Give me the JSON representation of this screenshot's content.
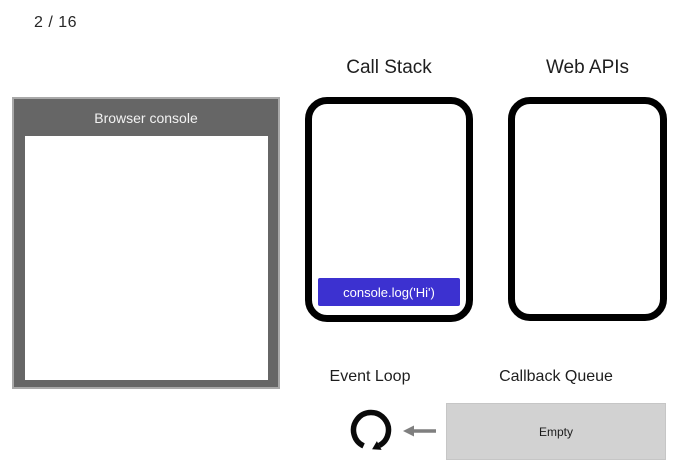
{
  "slide": {
    "counter": "2 / 16"
  },
  "colors": {
    "accent_blue": "#3C31D0",
    "console_gray": "#666666",
    "queue_gray": "#D2D2D2",
    "arrow_gray": "#7F7F7F",
    "box_border": "#000000"
  },
  "icons": {
    "event_loop": "circular-arrow-loop-icon",
    "queue_to_loop": "left-arrow-icon"
  },
  "browser_console": {
    "title": "Browser console"
  },
  "call_stack": {
    "label": "Call Stack",
    "frames": [
      "console.log('Hi')"
    ]
  },
  "web_apis": {
    "label": "Web APIs"
  },
  "event_loop": {
    "label": "Event Loop"
  },
  "callback_queue": {
    "label": "Callback Queue",
    "status": "Empty"
  }
}
